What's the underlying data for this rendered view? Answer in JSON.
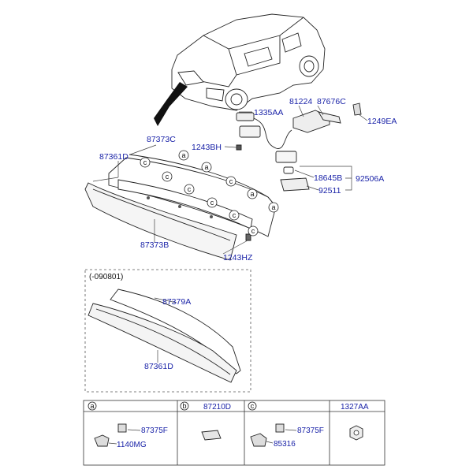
{
  "callouts": {
    "c1335AA": "1335AA",
    "c81224": "81224",
    "c87676C": "87676C",
    "c1249EA": "1249EA",
    "c1243BH": "1243BH",
    "c87373C": "87373C",
    "c87361D_top": "87361D",
    "c18645B": "18645B",
    "c92506A": "92506A",
    "c92511": "92511",
    "c87373B": "87373B",
    "c1243HZ": "1243HZ",
    "c87379A": "87379A",
    "c87361D_bottom": "87361D"
  },
  "circle_letters": {
    "a": "a",
    "b": "b",
    "c": "c"
  },
  "inset": {
    "note": "(-090801)"
  },
  "legend_table": {
    "headers": {
      "a": "a",
      "b_part": "87210D",
      "c": "c",
      "d_part": "1327AA"
    },
    "cells": {
      "a_part1": "87375F",
      "a_part2": "1140MG",
      "c_part1": "87375F",
      "c_part2": "85316"
    }
  },
  "colors": {
    "callout_text": "#1a23a8",
    "line": "#222222"
  }
}
